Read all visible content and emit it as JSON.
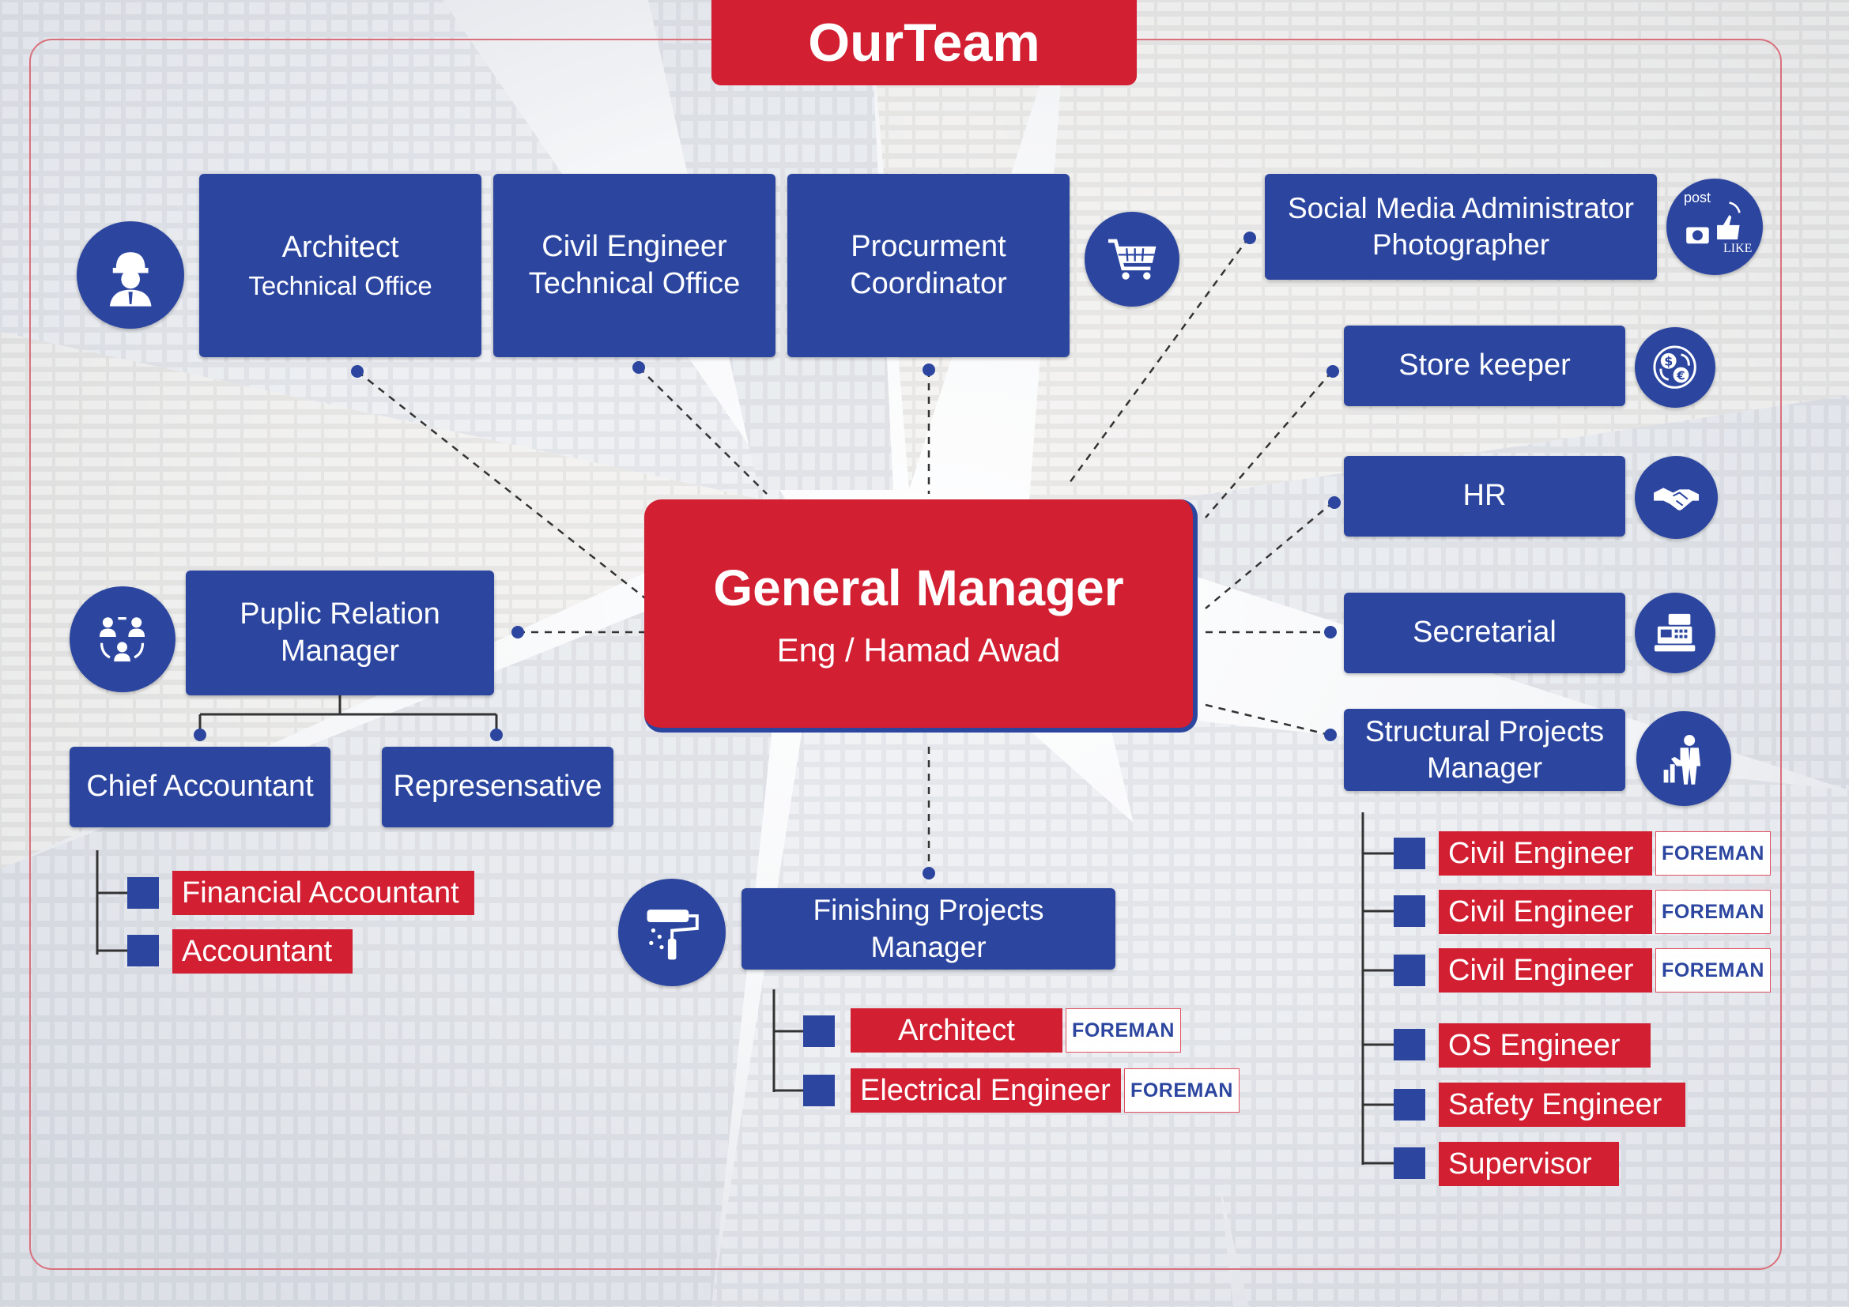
{
  "title": "OurTeam",
  "general_manager": {
    "title": "General Manager",
    "name": "Eng / Hamad Awad"
  },
  "top_row": {
    "architect": {
      "line1": "Architect",
      "line2": "Technical Office"
    },
    "civil": {
      "line1": "Civil Engineer",
      "line2": "Technical Office"
    },
    "procurement": {
      "line1": "Procurment",
      "line2": "Coordinator"
    }
  },
  "social_media": {
    "line1": "Social Media Administrator",
    "line2": "Photographer",
    "icon_text_post": "post",
    "icon_text_like": "LIKE"
  },
  "right_column": {
    "store_keeper": "Store keeper",
    "hr": "HR",
    "secretarial": "Secretarial",
    "structural": {
      "line1": "Structural Projects",
      "line2": "Manager"
    }
  },
  "structural_team": [
    {
      "role": "Civil Engineer",
      "tag": "FOREMAN"
    },
    {
      "role": "Civil Engineer",
      "tag": "FOREMAN"
    },
    {
      "role": "Civil Engineer",
      "tag": "FOREMAN"
    },
    {
      "role": "OS Engineer"
    },
    {
      "role": "Safety Engineer"
    },
    {
      "role": "Supervisor"
    }
  ],
  "public_relation": {
    "line1": "Puplic Relation",
    "line2": "Manager"
  },
  "chief_accountant": "Chief Accountant",
  "representative": "Represensative",
  "accounting_team": [
    "Financial Accountant",
    "Accountant"
  ],
  "finishing": {
    "line1": "Finishing Projects",
    "line2": "Manager"
  },
  "finishing_team": [
    {
      "role": "Architect",
      "tag": "FOREMAN"
    },
    {
      "role": "Electrical Engineer",
      "tag": "FOREMAN"
    }
  ],
  "colors": {
    "blue": "#2c46a0",
    "red": "#d21f32"
  },
  "icons": {
    "architect": "engineer-hardhat-icon",
    "procurement": "shopping-cart-icon",
    "social": "social-media-icon",
    "store": "currency-exchange-icon",
    "hr": "handshake-icon",
    "secretarial": "cash-register-icon",
    "structural": "businessman-chart-icon",
    "public_relation": "people-cycle-icon",
    "finishing": "paint-roller-icon"
  }
}
